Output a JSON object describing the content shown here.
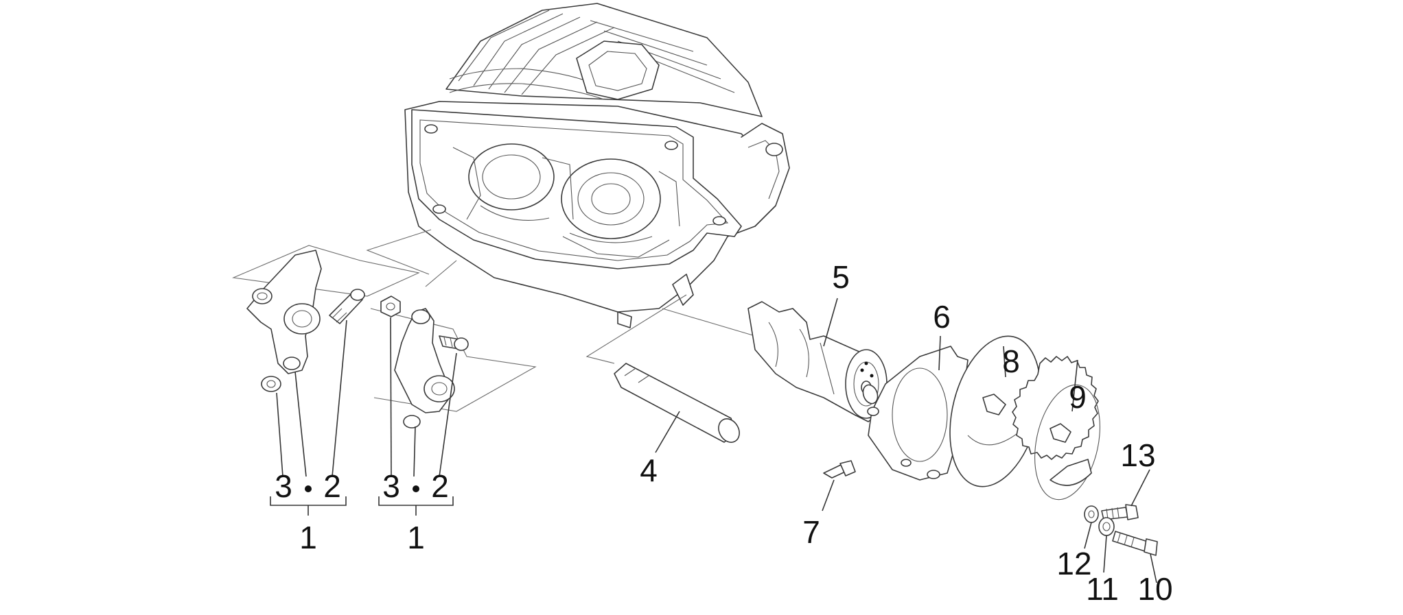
{
  "callouts": [
    {
      "label": "1"
    },
    {
      "label": "1"
    },
    {
      "label": "2"
    },
    {
      "label": "2"
    },
    {
      "label": "3"
    },
    {
      "label": "3"
    },
    {
      "label": "4"
    },
    {
      "label": "5"
    },
    {
      "label": "6"
    },
    {
      "label": "7"
    },
    {
      "label": "8"
    },
    {
      "label": "9"
    },
    {
      "label": "10"
    },
    {
      "label": "11"
    },
    {
      "label": "12"
    },
    {
      "label": "13"
    }
  ]
}
